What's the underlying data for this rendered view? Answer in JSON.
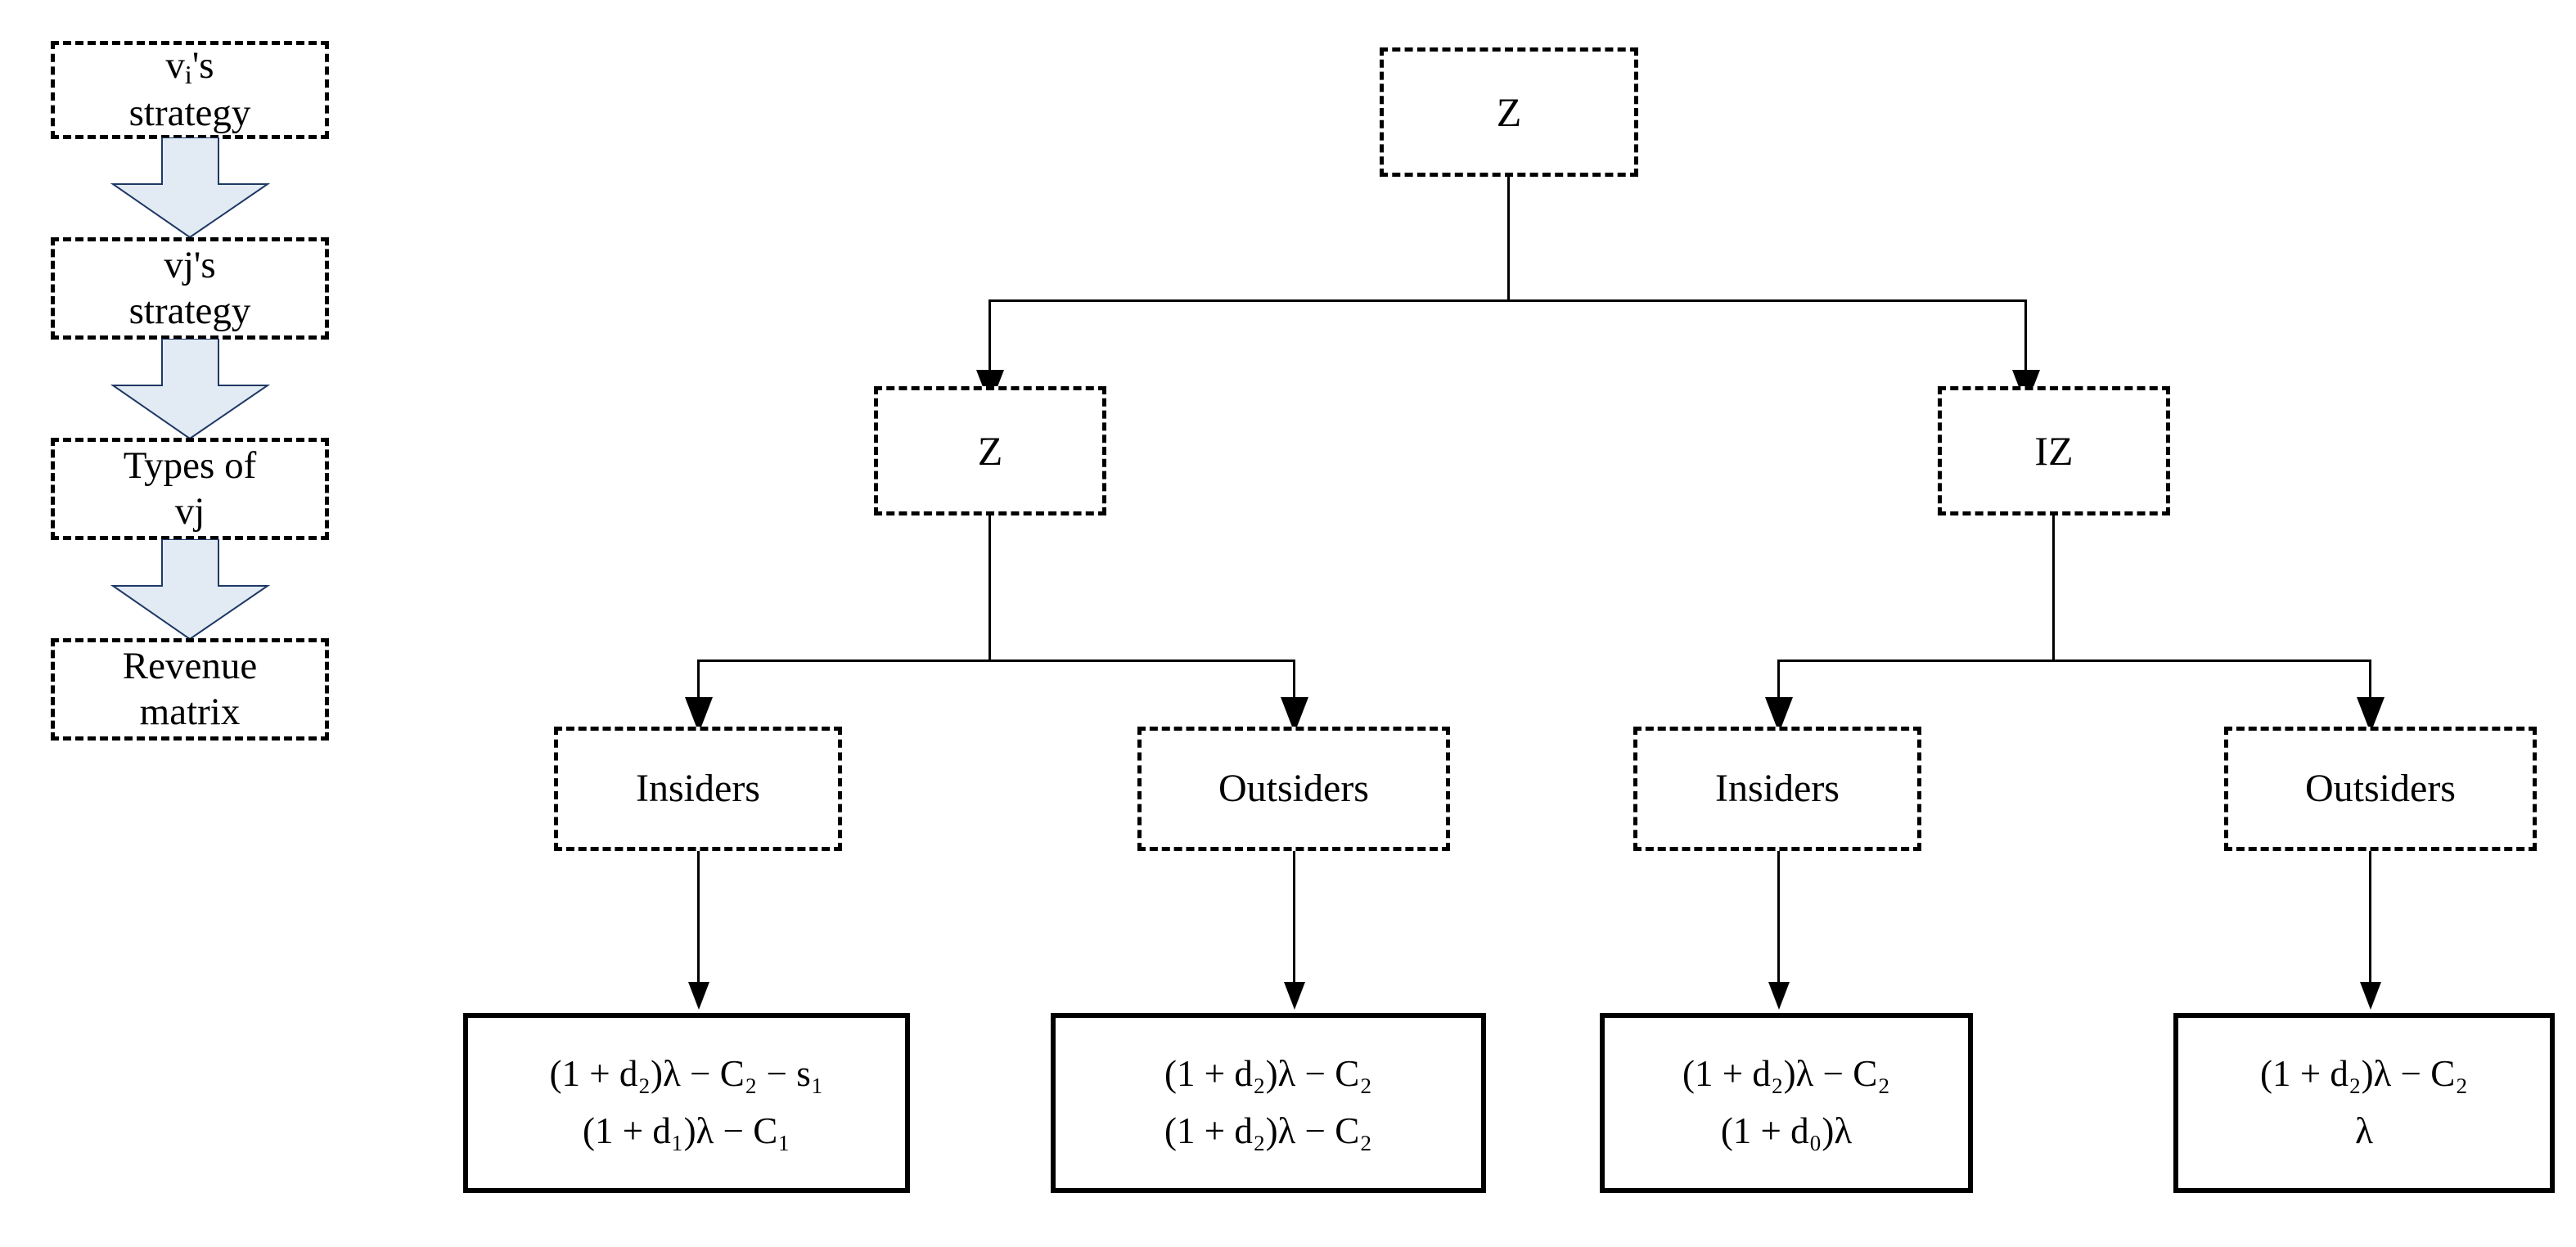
{
  "diagram": {
    "title": "Extensive-form game tree with revenue matrix payoffs",
    "colors": {
      "stroke": "#000000",
      "block_arrow_fill": "#E2EAF4",
      "block_arrow_stroke": "#1F3864",
      "background": "#FFFFFF"
    }
  },
  "stages": {
    "items": [
      {
        "id": "stage-vi-strategy",
        "line1": "v",
        "sub1": "i",
        "line1_tail": "'s",
        "line2": "strategy"
      },
      {
        "id": "stage-vj-strategy",
        "line1": "vj's",
        "sub1": "",
        "line1_tail": "",
        "line2": "strategy"
      },
      {
        "id": "stage-types-of-vj",
        "line1": "Types of",
        "sub1": "",
        "line1_tail": "",
        "line2": "vj"
      },
      {
        "id": "stage-revenue-matrix",
        "line1": "Revenue",
        "sub1": "",
        "line1_tail": "",
        "line2": "matrix"
      }
    ],
    "arrow_labels": [
      "down-arrow-1",
      "down-arrow-2",
      "down-arrow-3"
    ]
  },
  "tree": {
    "root": {
      "id": "node-root-z",
      "label": "Z"
    },
    "level2": [
      {
        "id": "node-z",
        "label": "Z"
      },
      {
        "id": "node-iz",
        "label": "IZ"
      }
    ],
    "level3": [
      {
        "id": "node-insiders-1",
        "label": "Insiders"
      },
      {
        "id": "node-outsiders-1",
        "label": "Outsiders"
      },
      {
        "id": "node-insiders-2",
        "label": "Insiders"
      },
      {
        "id": "node-outsiders-2",
        "label": "Outsiders"
      }
    ],
    "payoffs": [
      {
        "id": "payoff-z-insiders",
        "line1": {
          "parts": [
            "(1 + ",
            "d",
            "2",
            ")",
            "λ",
            " − ",
            "C",
            "2",
            " − ",
            "s",
            "1"
          ]
        },
        "line2": {
          "parts": [
            "(1 + ",
            "d",
            "1",
            ")",
            "λ",
            " − ",
            "C",
            "1"
          ]
        },
        "line1_text": "(1 + d₂)λ − C₂ − s₁",
        "line2_text": "(1 + d₁)λ − C₁"
      },
      {
        "id": "payoff-z-outsiders",
        "line1_text": "(1 + d₂)λ − C₂",
        "line2_text": "(1 + d₂)λ − C₂"
      },
      {
        "id": "payoff-iz-insiders",
        "line1_text": "(1 + d₂)λ − C₂",
        "line2_text": "(1 + d₀)λ"
      },
      {
        "id": "payoff-iz-outsiders",
        "line1_text": "(1 + d₂)λ − C₂",
        "line2_text": "λ"
      }
    ]
  }
}
